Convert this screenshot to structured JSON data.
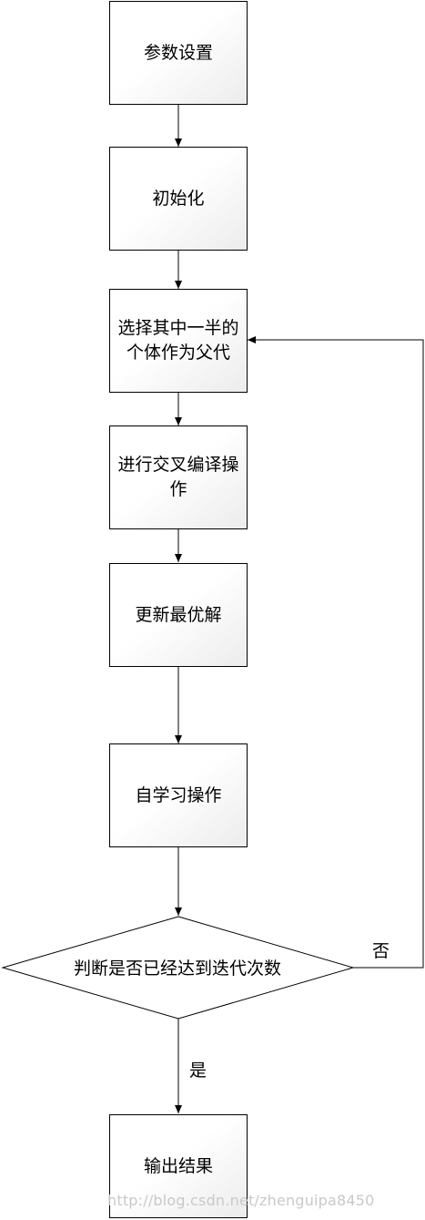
{
  "steps": {
    "params": "参数设置",
    "init": "初始化",
    "select": "选择其中一半的个体作为父代",
    "crossover": "进行交叉编译操作",
    "update": "更新最优解",
    "selflearn": "自学习操作",
    "output": "输出结果"
  },
  "decision": {
    "text": "判断是否已经达到迭代次数",
    "no_label": "否",
    "yes_label": "是"
  },
  "watermark": "http://blog.csdn.net/zhenguipa8450"
}
